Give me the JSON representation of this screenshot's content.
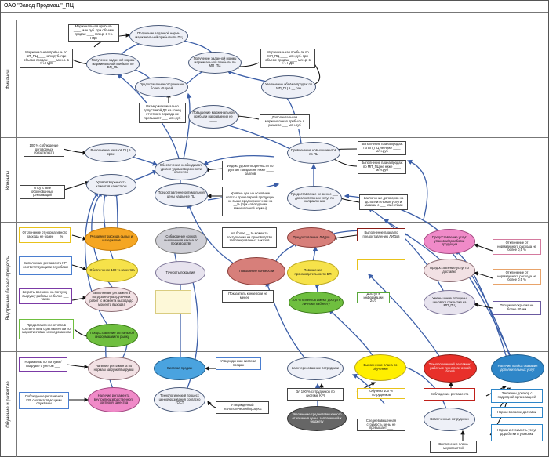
{
  "title": "ОАО \"Завод Продмаш\"_ПЦ",
  "lanes": {
    "finance": "Финансы",
    "clients": "Клиенты",
    "processes": "Внутренние бизнес-процессы",
    "learning": "Обучение и развитие"
  },
  "finance": {
    "b_profit_total": "Маржинальная прибыль ____ млн.руб. при объеме продаж ____ млн.р. в т.ч. НДС",
    "e_profit_total": "Получение заданной нормы маржинальной прибыли по ПЦ",
    "b_profit_bp": "Маржинальная прибыль по БП_ПЦ ____ млн.руб. при объеме продаж ____ млн.р. в т.ч. НДС",
    "e_profit_bp": "Получение заданной нормы маржинальной прибыли по БП_ПЦ",
    "e_profit_mp": "Получение заданной нормы маржинальной прибыли по МП_ПЦ",
    "b_profit_mp": "Маржинальная прибыль по МП_ПЦ ____ млн.руб. при объеме продаж ____ млн.р. в т.ч. НДС",
    "e_deferral": "Предоставление отсрочки не более 45 дней",
    "e_volume_mp": "Увеличение объёма продаж по МП_ПЦ в __ раз",
    "b_debt": "Размер максимально допустимой ДЗ на конец отчетного периода не превышает ___ млн.руб",
    "e_new_dir": "Повышение маржинальной прибыли направления не ____",
    "b_extra_profit": "Дополнительная маржинальная прибыль в размере ___ млн.руб"
  },
  "clients": {
    "b_contract": "100 % соблюдение договорных обязательств",
    "e_orders": "Выполнение заказов ПЦ в срок",
    "e_service": "Обеспечение необходимого уровня удовлетворенности клиентов",
    "b_satisfaction": "Индекс удовлетворенности по группам товаров не ниже ____ баллов",
    "e_new_clients": "Привлечение новых клиентов по ПЦ",
    "b_plan_bp": "Выполнение плана продаж по БП_ПЦ не ниже ____ млн.руб",
    "b_plan_mp": "Выполнение плана продаж по МП_ПЦ не ниже ____ млн.руб",
    "e_quality": "Удовлетворенность клиентов качеством",
    "b_no_claims": "Отсутствие обоснованных рекламаций",
    "e_price": "Предоставление оптимальной цены на рынке ПЦ",
    "b_price_level": "Уровень цен на основные классы прочелирной продукции не выше среднерыночной на __% (при соблюдении минимальной нормы)",
    "e_extra_services": "Предоставление не менее ___ дополнительных услуг по направлению",
    "b_contracts_extra": "Заключение договоров на дополнительные услуги заказам с ___ клиентами"
  },
  "processes": {
    "b_raw_norm": "Отклонение от нормативного расхода не более ___%",
    "e_raw_regl": "Регламент расхода сырья и материалов",
    "e_deadlines": "Соблюдение сроков выполнения заказа по производству",
    "b_deadlines": "На более __ % момента поступления на производство запланированных заказов",
    "e_ldpr": "Предоставление ЛИДов",
    "b_ldpr": "Выполнение плана по предоставлению ЛИДов",
    "e_services_extra": "Предоставление услуг упаковки/доработки продукции",
    "b_services_norm": "Отклонение от нормативного расхода не более 0,5 %",
    "b_kpi_regl": "Выполнение регламента KPI соответствующими службами",
    "e_quality100": "Обеспечение 100 % качества",
    "e_accuracy": "Точность покрытия",
    "e_conversion": "Повышение конверсии",
    "e_productivity": "Повышение производительности БП",
    "e_delivery": "Предоставление услуг по доставке",
    "b_delivery_norm": "Отклонение от нормативного расхода не более 0,5 %",
    "b_time_cost": "Затраты времени на погрузку-выгрузку работы не более ___ часов",
    "e_load_regl": "Выполнение регламента погрузочно-разгрузочных работ (с момента выхода до момента выхода)",
    "b_conversion": "Показатель конверсии не менее ___",
    "e_clients100": "100 % клиентов имеют доступ к личному кабинету",
    "b_access": "Доступ к информации 24/7",
    "e_thickness": "Уменьшение толщины ценового покрытия на МП_ПЦ",
    "b_thickness": "Толщина покрытия не более 80 мм",
    "b_report": "Предоставление отчёта в соответствии с регламентом по маркетинговым исследованиям",
    "e_market_info": "Предоставление актуальной информации по рынку"
  },
  "learning": {
    "b_norms_load": "Нормативы по погрузке/выгрузке с учетом ___",
    "e_load_norms": "Наличие регламента по нормам загрузки/выгрузки",
    "e_sales_sys": "Система продаж",
    "b_sales_sys": "Утвержденная система продаж",
    "e_motivated": "Заинтересованные сотрудники",
    "e_training": "Выполнение плана по обучению",
    "e_tech_regl": "Технологический регламент работы с технологической базой",
    "e_price_list": "Наличие прайса оказания дополнительных услуг",
    "b_kpi_regl2": "Соблюдение регламента KPI соответствующими службами",
    "e_kpi_control": "Наличие регламента внутрипроизводственного контроля качества",
    "e_tech_process": "Технологический процесс ценообразования согласно ГОСТ",
    "b_tech_process": "Утвержденный технологический процесс",
    "b_kpi_emp": "Эл 100 % сотрудников по системе KPI",
    "b_training100": "Обучено 100 % сотрудников",
    "b_regl": "Соблюдение регламента",
    "b_contract_org": "Заключен договор с подрядной организацией",
    "b_time_norms": "Нормы времени доставки",
    "e_increase_price": "Увеличение средневзвешенного отношения цены, заплаченной к бюджету",
    "b_avg_price": "Средневзвешенная стоимость цены не превышает ___",
    "e_involved": "Вовлечённые сотрудники",
    "b_cost_norms": "Нормы и стоимость услуг доработки и упаковки",
    "b_training_plan": "Выполнение плана мероприятий"
  },
  "colors": {
    "yellow": "#f6e24a",
    "orange": "#f5a623",
    "green": "#8fd14f",
    "pink": "#f08ac8",
    "salmon": "#d77f7a",
    "blue": "#4aa3df",
    "red": "#e8302a",
    "gray": "#777777",
    "pale": "#eef0f7"
  }
}
